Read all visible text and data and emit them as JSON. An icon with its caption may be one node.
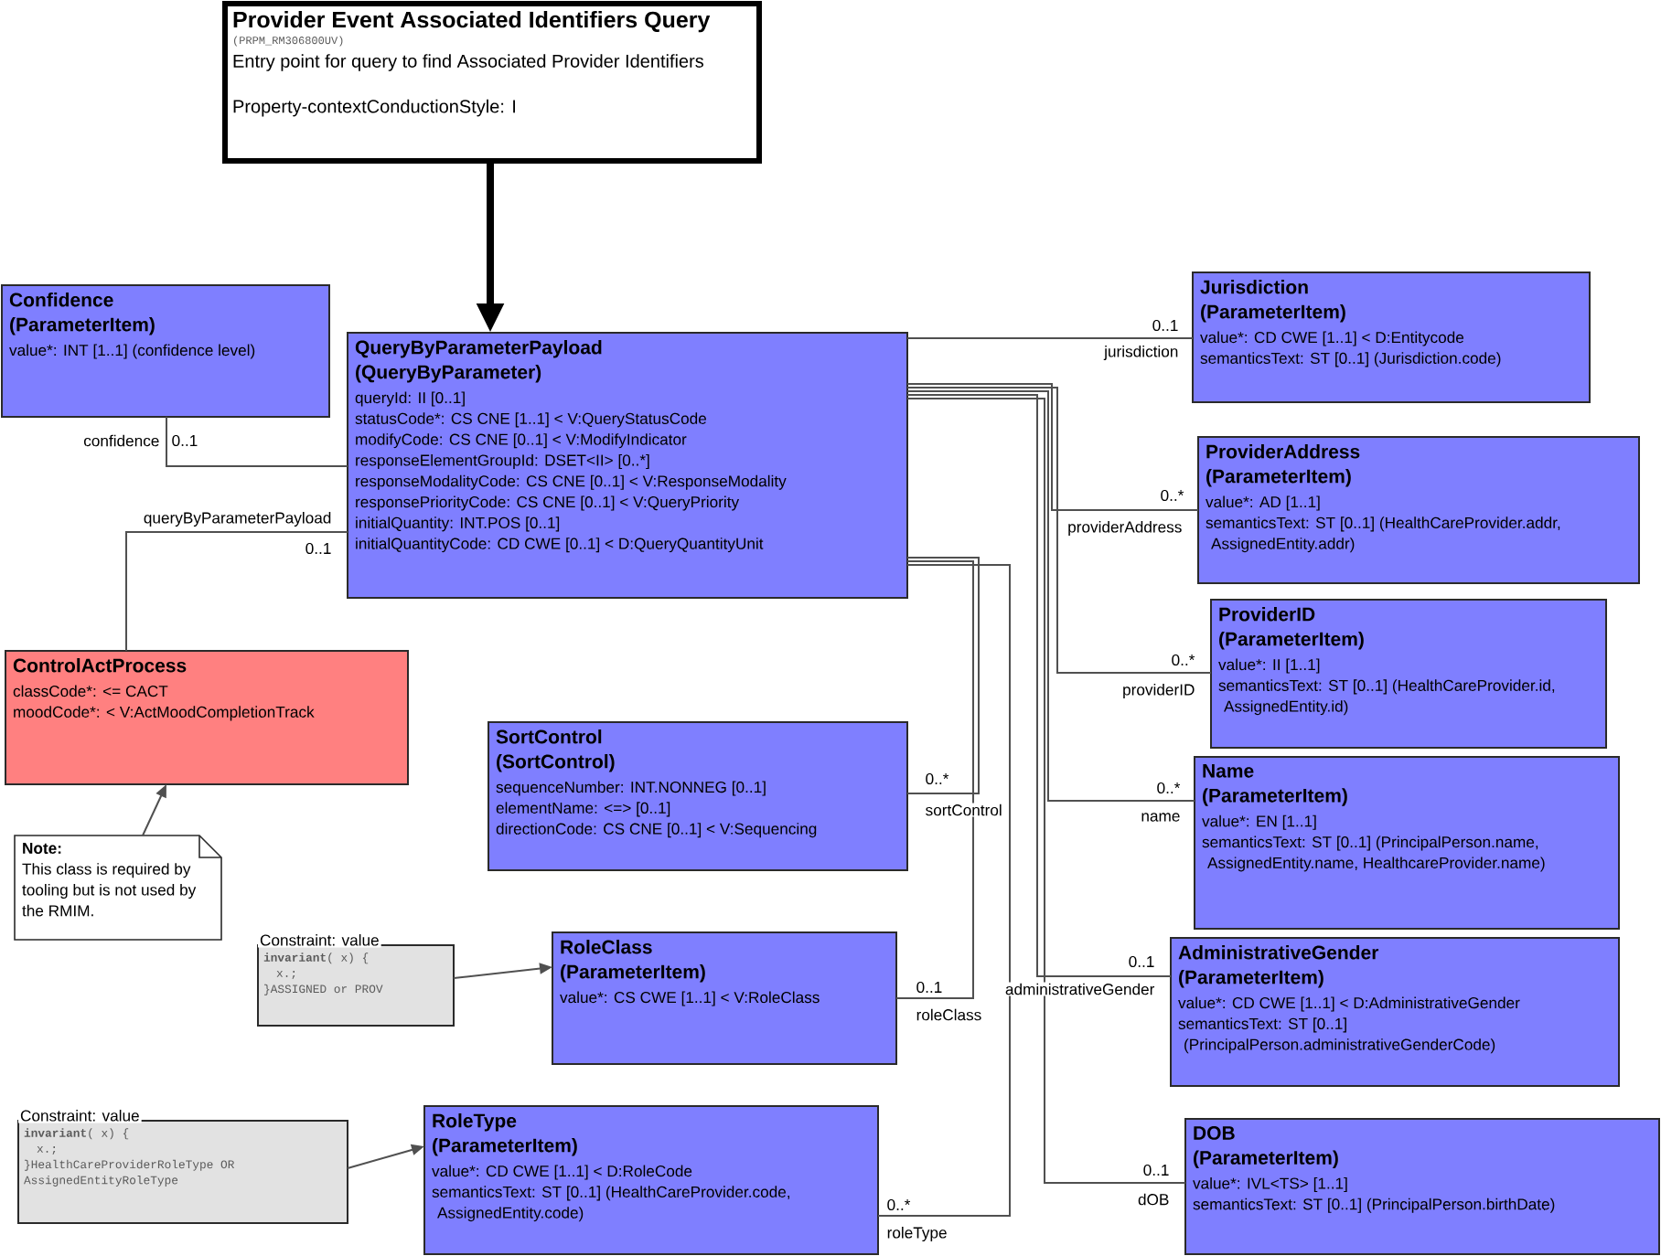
{
  "diagram": {
    "nodes": [
      {
        "text": [
          "Provider Event Associated Identifiers Query",
          "(PRPM_RM306800UV)",
          "Entry point for query to find Associated Provider Identifiers",
          "Property-contextConductionStyle: I"
        ]
      },
      {
        "text": [
          "Confidence (ParameterItem)",
          "value*: INT [1..1] (confidence level)"
        ]
      },
      {
        "text": [
          "QueryByParameterPayload (QueryByParameter)",
          "queryId: II [0..1]",
          "statusCode*: CS CNE [1..1] < V:QueryStatusCode",
          "modifyCode: CS CNE [0..1] < V:ModifyIndicator",
          "responseElementGroupId: DSET<II> [0..*]",
          "responseModalityCode: CS CNE [0..1] < V:ResponseModality",
          "responsePriorityCode: CS CNE [0..1] < V:QueryPriority",
          "initialQuantity: INT.POS [0..1]",
          "initialQuantityCode: CD CWE [0..1] < D:QueryQuantityUnit"
        ]
      },
      {
        "text": [
          "ControlActProcess",
          "classCode*: <= CACT",
          "moodCode*: < V:ActMoodCompletionTrack"
        ]
      },
      {
        "text": [
          "Note:",
          "This class is required by tooling but is not used by the RMIM."
        ]
      },
      {
        "text": [
          "SortControl (SortControl)",
          "sequenceNumber: INT.NONNEG [0..1]",
          "elementName: <=> [0..1]",
          "directionCode: CS CNE [0..1] < V:Sequencing"
        ]
      },
      {
        "text": [
          "Constraint: value",
          "**invariant**( x) {",
          "x.;",
          "}ASSIGNED or PROV"
        ]
      },
      {
        "text": [
          "RoleClass (ParameterItem)",
          "value*: CS CWE [1..1] < V:RoleClass"
        ]
      },
      {
        "text": [
          "Constraint: value",
          "**invariant**( x) {",
          "x.;",
          "}HealthCareProviderRoleType OR AssignedEntityRoleType"
        ]
      },
      {
        "text": [
          "RoleType (ParameterItem)",
          "value*: CD CWE [1..1] < D:RoleCode",
          "semanticsText: ST [0..1] (HealthCareProvider.code, AssignedEntity.code)"
        ]
      },
      {
        "text": [
          "Jurisdiction (ParameterItem)",
          "value*: CD CWE [1..1] < D:Entitycode",
          "semanticsText: ST [0..1] (Jurisdiction.code)"
        ]
      },
      {
        "text": [
          "ProviderAddress (ParameterItem)",
          "value*: AD [1..1]",
          "semanticsText: ST [0..1] (HealthCareProvider.addr, AssignedEntity.addr)"
        ]
      },
      {
        "text": [
          "ProviderID (ParameterItem)",
          "value*: II [1..1]",
          "semanticsText: ST [0..1] (HealthCareProvider.id, AssignedEntity.id)"
        ]
      },
      {
        "text": [
          "Name (ParameterItem)",
          "value*: EN [1..1]",
          "semanticsText: ST [0..1] (PrincipalPerson.name, AssignedEntity.name, HealthcareProvider.name)"
        ]
      },
      {
        "text": [
          "AdministrativeGender (ParameterItem)",
          "value*: CD CWE [1..1] < D:AdministrativeGender",
          "semanticsText: ST [0..1] (PrincipalPerson.administrativeGenderCode)"
        ]
      },
      {
        "text": [
          "DOB (ParameterItem)",
          "value*: IVL<TS> [1..1]",
          "semanticsText: ST [0..1] (PrincipalPerson.birthDate)"
        ]
      }
    ],
    "edges": [
      {
        "from": 0,
        "to": 2,
        "arrow": "to",
        "style": "thick"
      },
      {
        "from": 2,
        "to": 1,
        "arrow": "none",
        "label": "confidence"
      },
      {
        "from": 2,
        "to": 3,
        "arrow": "none",
        "label": "queryByParameterPayload"
      },
      {
        "from": 4,
        "to": 3,
        "arrow": "to"
      },
      {
        "from": 6,
        "to": 7,
        "arrow": "to"
      },
      {
        "from": 8,
        "to": 9,
        "arrow": "to"
      },
      {
        "from": 2,
        "to": 10,
        "arrow": "none",
        "label": "jurisdiction"
      },
      {
        "from": 2,
        "to": 11,
        "arrow": "none",
        "label": "providerAddress"
      },
      {
        "from": 2,
        "to": 12,
        "arrow": "none",
        "label": "providerID"
      },
      {
        "from": 2,
        "to": 13,
        "arrow": "none",
        "label": "name"
      },
      {
        "from": 2,
        "to": 14,
        "arrow": "none",
        "label": "administrativeGender"
      },
      {
        "from": 2,
        "to": 15,
        "arrow": "none",
        "label": "dOB"
      },
      {
        "from": 2,
        "to": 5,
        "arrow": "none",
        "label": "sortControl"
      },
      {
        "from": 2,
        "to": 7,
        "arrow": "none",
        "label": "roleClass"
      },
      {
        "from": 2,
        "to": 9,
        "arrow": "none",
        "label": "roleType"
      }
    ],
    "labels": [
      "0..1",
      "0..1",
      "0..1",
      "0..*",
      "0..*",
      "0..*",
      "0..*",
      "0..1",
      "0..1",
      "0..1",
      "0..*"
    ]
  }
}
